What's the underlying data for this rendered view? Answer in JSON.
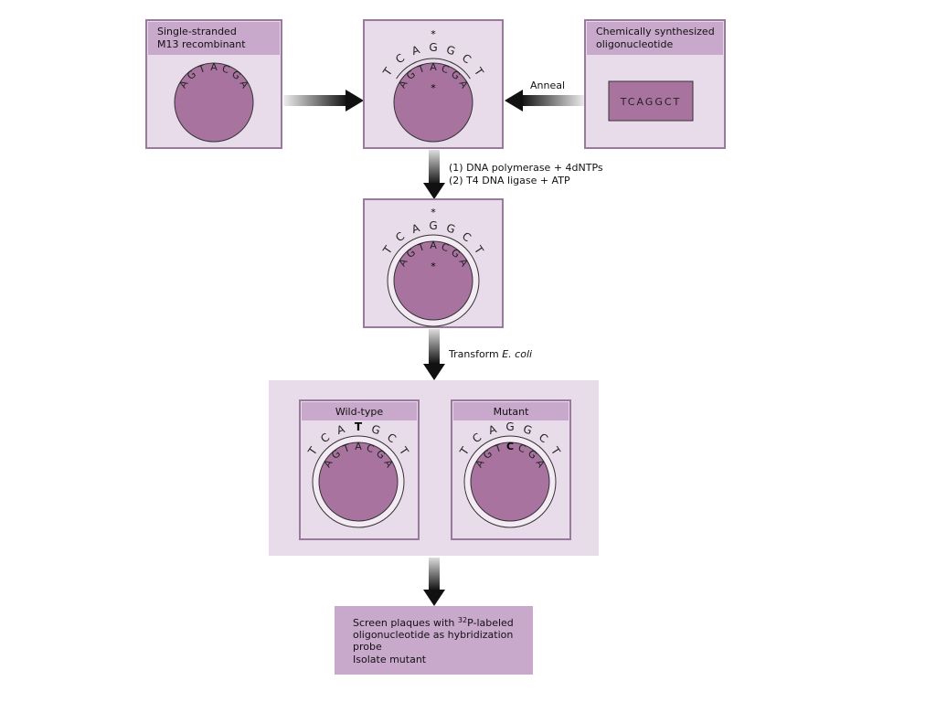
{
  "colors": {
    "panel": "#e9dcea",
    "header": "#c8a8cb",
    "circle": "#a8749f",
    "border": "#9a7a9c"
  },
  "box1": {
    "title_line1": "Single-stranded",
    "title_line2": "M13 recombinant",
    "inner_seq": "AGTACGA"
  },
  "box2": {
    "outer_seq": "TCAGGCT",
    "inner_seq": "AGTACGA",
    "mark": "*"
  },
  "box3": {
    "title_line1": "Chemically synthesized",
    "title_line2": "oligonucleotide",
    "oligo": "TCAGGCT"
  },
  "anneal_label": "Anneal",
  "step1_line1": "(1) DNA polymerase + 4dNTPs",
  "step1_line2": "(2) T4 DNA ligase + ATP",
  "box4": {
    "outer_seq": "TCAGGCT",
    "inner_seq": "AGTACGA",
    "mark": "*"
  },
  "transform_label": "Transform",
  "transform_organism": "E. coli",
  "wild": {
    "title": "Wild-type",
    "outer_seq": "TCATGCT",
    "inner_seq": "AGTACGA",
    "highlight": "T"
  },
  "mutant": {
    "title": "Mutant",
    "outer_seq": "TCAGGCT",
    "inner_seq": "AGTCCGA",
    "highlight": "C"
  },
  "screen": {
    "line1_pre": "Screen plaques with ",
    "sup": "32",
    "line1_post": "P-labeled",
    "line2": "oligonucleotide as hybridization",
    "line3": "probe",
    "line4": "Isolate mutant"
  }
}
